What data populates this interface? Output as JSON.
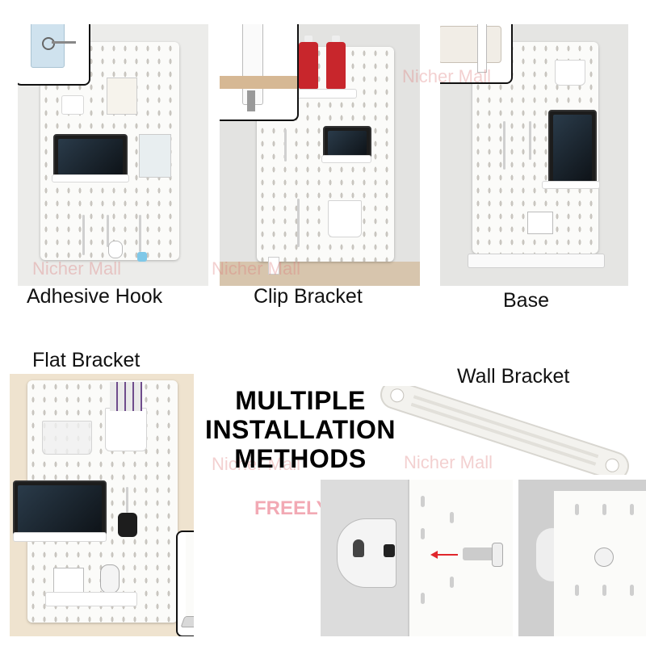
{
  "panels": {
    "adhesive": {
      "label": "Adhesive Hook"
    },
    "clip": {
      "label": "Clip Bracket"
    },
    "base": {
      "label": "Base"
    },
    "flat": {
      "label": "Flat Bracket"
    },
    "wall": {
      "label": "Wall Bracket"
    }
  },
  "headline": {
    "line1": "MULTIPLE",
    "line2": "INSTALLATION",
    "line3": "METHODS"
  },
  "tagline": "FREELY",
  "watermark": "Nicher Mall",
  "colors": {
    "headline": "#000000",
    "tagline": "#f2a9b4",
    "board": "#fbfbf9",
    "bottle": "#c8262c",
    "watermark": "#dc7878"
  },
  "icons": [
    "adhesive-hook-icon",
    "clip-clamp-icon",
    "base-stand-icon",
    "flat-bracket-icon",
    "wall-bracket-icon",
    "arrow-left-icon"
  ]
}
